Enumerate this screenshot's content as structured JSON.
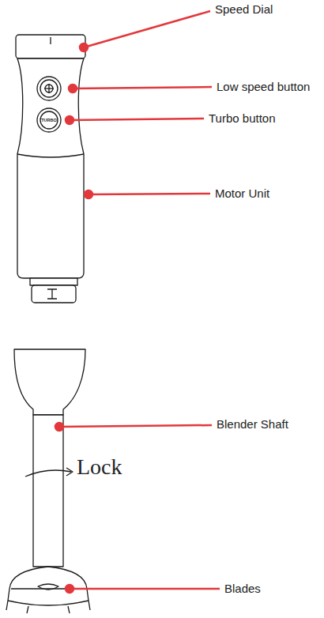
{
  "diagram": {
    "labels": [
      "Speed Dial",
      "Low speed button",
      "TURBO",
      "Turbo button",
      "Motor Unit",
      "Blender Shaft",
      "Lock",
      "Blades"
    ]
  }
}
